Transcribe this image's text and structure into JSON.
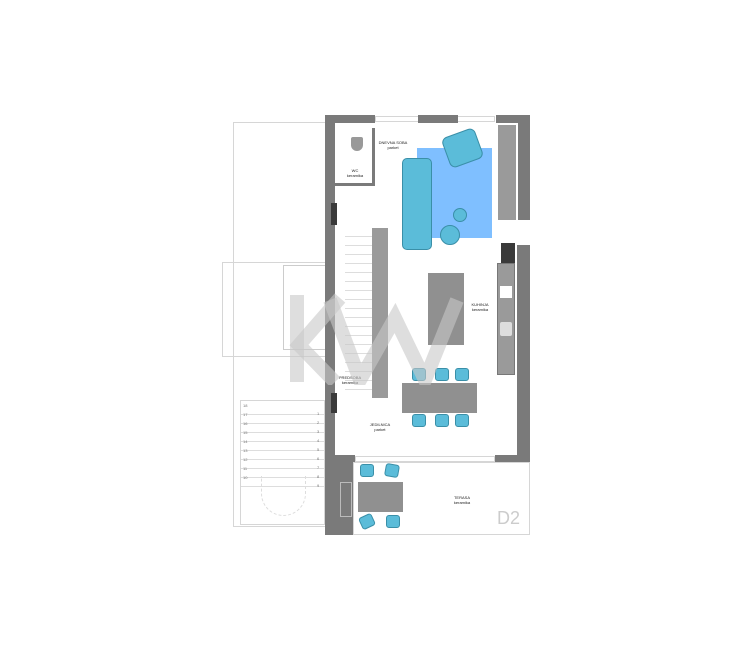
{
  "rooms": {
    "dnevna_soba": {
      "name": "DNEVNA SOBA",
      "floor": "parket"
    },
    "wc": {
      "name": "WC",
      "floor": "keramika"
    },
    "kuhinja": {
      "name": "KUHINJA",
      "floor": "keramika"
    },
    "predsoba": {
      "name": "PREDSOBA",
      "floor": "keramika"
    },
    "jedilnica": {
      "name": "JEDILNICA",
      "floor": "parket"
    },
    "terasa": {
      "name": "TERASA",
      "floor": "keramika"
    }
  },
  "unit_label": "D2",
  "watermark": "KW",
  "stair_numbers_right": [
    "1",
    "2",
    "3",
    "4",
    "5",
    "6",
    "7",
    "8",
    "9"
  ],
  "stair_numbers_left": [
    "18",
    "17",
    "16",
    "15",
    "14",
    "13",
    "12",
    "11",
    "10"
  ],
  "colors": {
    "furniture": "#5bbcd9",
    "rug": "#7fbfff",
    "wall": "#7a7a7a"
  }
}
